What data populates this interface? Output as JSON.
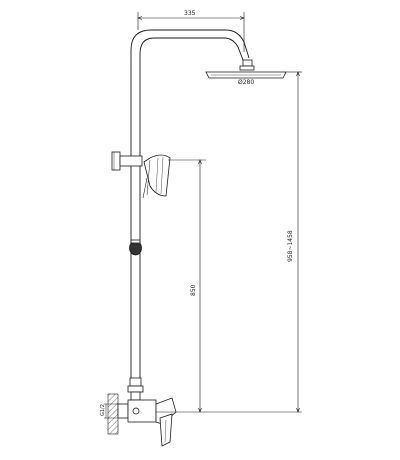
{
  "dimensions": {
    "arm_reach": "335",
    "head_diameter": "Ø280",
    "hand_shower_height": "850",
    "total_height": "958~1458",
    "pipe_size": "G1/2"
  },
  "colors": {
    "line": "#1a1a1a",
    "fill_dark": "#333333",
    "hatch": "#555555"
  }
}
